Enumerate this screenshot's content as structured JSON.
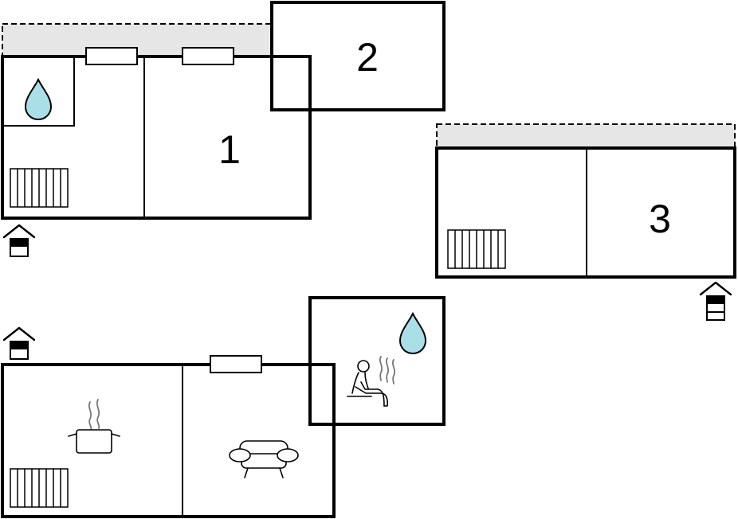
{
  "floorplan": {
    "unit_labels": [
      "1",
      "2",
      "3"
    ],
    "icons": {
      "water": "water-drop-icon",
      "radiator": "radiator-icon",
      "entrance": "entrance-icon",
      "kitchen": "cooking-pot-icon",
      "living": "sofa-icon",
      "sauna": "sauna-icon"
    },
    "colors": {
      "walls": "#000000",
      "terrace": "#e6e6e6",
      "water": "#aadfe8",
      "steam": "#777777"
    }
  }
}
